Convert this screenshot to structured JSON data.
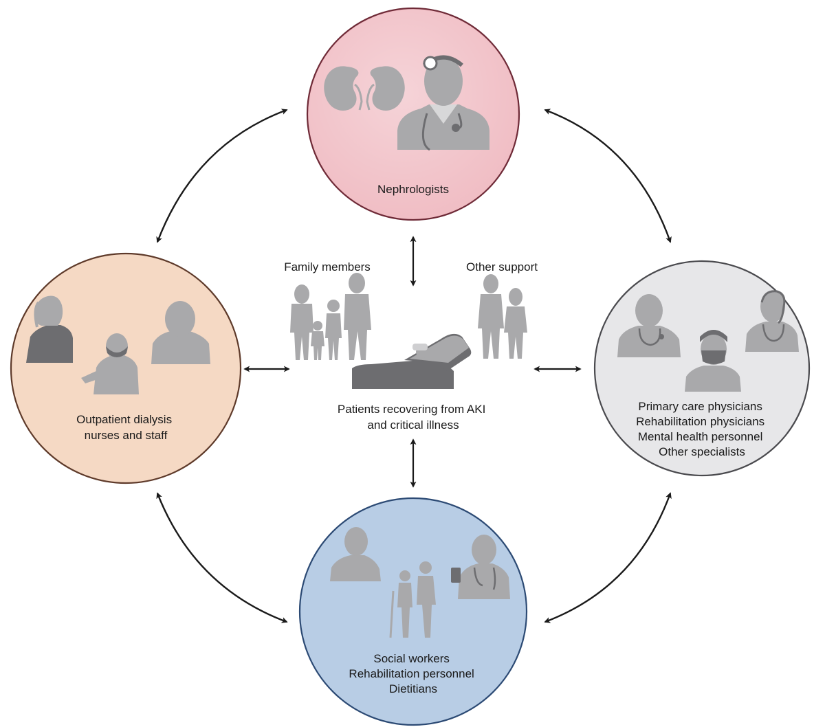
{
  "nodes": {
    "nephrologists": {
      "lines": [
        "Nephrologists"
      ],
      "fill": "#f0bcc3",
      "stroke": "#6e2a37"
    },
    "dialysis": {
      "lines": [
        "Outpatient dialysis",
        "nurses and staff"
      ],
      "fill": "#f5d9c4",
      "stroke": "#5e3a2a"
    },
    "physicians": {
      "lines": [
        "Primary care physicians",
        "Rehabilitation physicians",
        "Mental health personnel",
        "Other specialists"
      ],
      "fill": "#e7e7e9",
      "stroke": "#4a4a4e"
    },
    "social": {
      "lines": [
        "Social workers",
        "Rehabilitation personnel",
        "Dietitians"
      ],
      "fill": "#b8cde5",
      "stroke": "#2c4a74"
    }
  },
  "center": {
    "family_label": "Family members",
    "support_label": "Other support",
    "patient_lines": [
      "Patients recovering from AKI",
      "and critical illness"
    ]
  },
  "icons": {
    "nephrologists": [
      "kidneys-icon",
      "doctor-head-mirror-icon"
    ],
    "dialysis": [
      "nurse-woman-icon",
      "masked-clinician-icon",
      "staff-man-icon"
    ],
    "physicians": [
      "doctor-stethoscope-icon",
      "surgeon-mask-icon",
      "doctor-woman-stethoscope-icon"
    ],
    "social": [
      "social-worker-icon",
      "elderly-couple-walking-icon",
      "clinician-phone-icon"
    ],
    "center": [
      "family-silhouettes-icon",
      "support-couple-icon",
      "patient-bed-icon"
    ]
  },
  "colors": {
    "icon": "#a9a9ab",
    "icon_dark": "#6d6d70",
    "arrow": "#1a1a1a"
  }
}
